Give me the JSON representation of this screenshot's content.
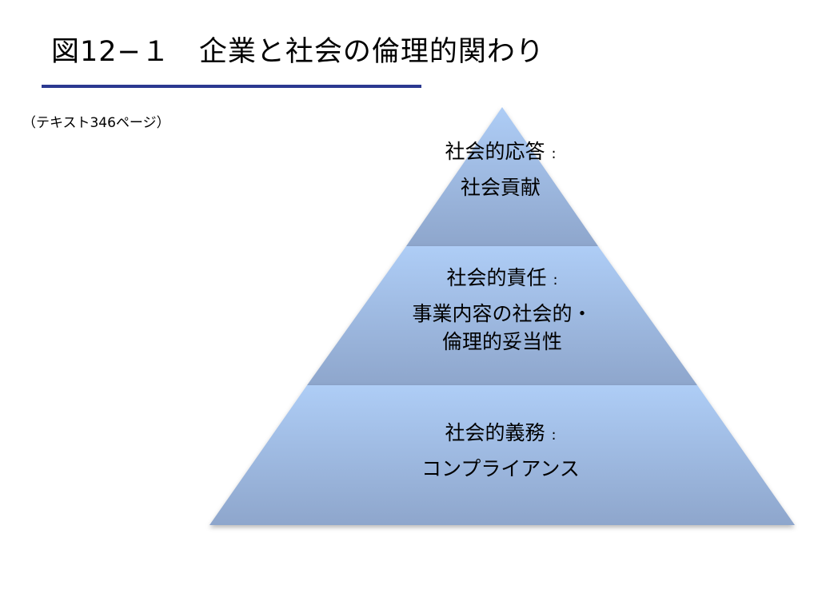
{
  "title": "図12−１　企業と社会の倫理的関わり",
  "source_note": "（テキスト346ページ）",
  "colors": {
    "title_rule": "#2b3990",
    "tier_top": "#aecdf6",
    "tier_bottom": "#8ea6cc"
  },
  "pyramid": {
    "tiers": [
      {
        "heading": "社会的応答",
        "colon": ":",
        "body": "社会貢献"
      },
      {
        "heading": "社会的責任",
        "colon": ":",
        "body_line1": "事業内容の社会的・",
        "body_line2": "倫理的妥当性"
      },
      {
        "heading": "社会的義務",
        "colon": ":",
        "body": "コンプライアンス"
      }
    ]
  }
}
